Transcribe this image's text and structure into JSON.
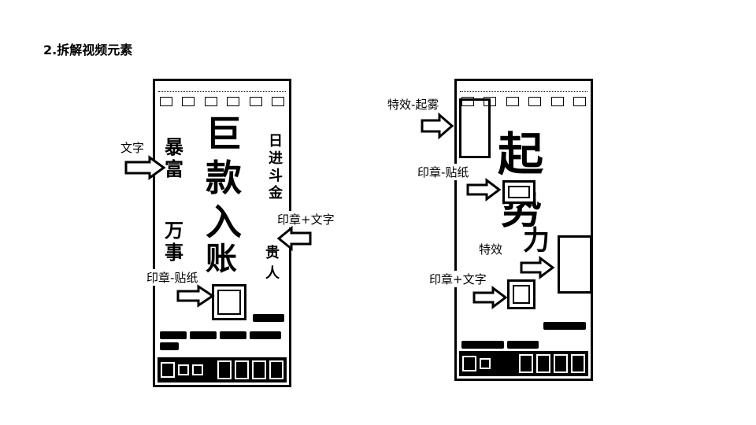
{
  "title": "2.拆解视频元素",
  "left_phone": {
    "big_text": [
      "巨",
      "款",
      "入",
      "账"
    ],
    "left_column": [
      "暴",
      "富"
    ],
    "left_column2": [
      "万",
      "事"
    ],
    "right_column": [
      "日",
      "进",
      "斗",
      "金"
    ],
    "right_column2": [
      "贵",
      "人"
    ],
    "callouts": {
      "text": "文字",
      "seal_text": "印章+文字",
      "seal_sticker": "印章-贴纸"
    }
  },
  "right_phone": {
    "big_text": [
      "起",
      "势",
      "力"
    ],
    "callouts": {
      "effect_rise": "特效-起雾",
      "seal_sticker": "印章-贴纸",
      "effect": "特效",
      "seal_text": "印章+文字"
    }
  }
}
